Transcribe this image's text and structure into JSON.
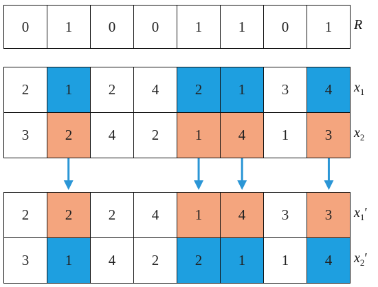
{
  "rows": [
    {
      "label_main": "R",
      "label_sub": "",
      "label_prime": "",
      "cells": [
        {
          "v": "0",
          "c": ""
        },
        {
          "v": "1",
          "c": ""
        },
        {
          "v": "0",
          "c": ""
        },
        {
          "v": "0",
          "c": ""
        },
        {
          "v": "1",
          "c": ""
        },
        {
          "v": "1",
          "c": ""
        },
        {
          "v": "0",
          "c": ""
        },
        {
          "v": "1",
          "c": ""
        }
      ]
    },
    {
      "label_main": "x",
      "label_sub": "1",
      "label_prime": "",
      "cells": [
        {
          "v": "2",
          "c": ""
        },
        {
          "v": "1",
          "c": "blue"
        },
        {
          "v": "2",
          "c": ""
        },
        {
          "v": "4",
          "c": ""
        },
        {
          "v": "2",
          "c": "blue"
        },
        {
          "v": "1",
          "c": "blue"
        },
        {
          "v": "3",
          "c": ""
        },
        {
          "v": "4",
          "c": "blue"
        }
      ]
    },
    {
      "label_main": "x",
      "label_sub": "2",
      "label_prime": "",
      "cells": [
        {
          "v": "3",
          "c": ""
        },
        {
          "v": "2",
          "c": "orange"
        },
        {
          "v": "4",
          "c": ""
        },
        {
          "v": "2",
          "c": ""
        },
        {
          "v": "1",
          "c": "orange"
        },
        {
          "v": "4",
          "c": "orange"
        },
        {
          "v": "1",
          "c": ""
        },
        {
          "v": "3",
          "c": "orange"
        }
      ]
    },
    {
      "label_main": "x",
      "label_sub": "1",
      "label_prime": "′",
      "cells": [
        {
          "v": "2",
          "c": ""
        },
        {
          "v": "2",
          "c": "orange"
        },
        {
          "v": "2",
          "c": ""
        },
        {
          "v": "4",
          "c": ""
        },
        {
          "v": "1",
          "c": "orange"
        },
        {
          "v": "4",
          "c": "orange"
        },
        {
          "v": "3",
          "c": ""
        },
        {
          "v": "3",
          "c": "orange"
        }
      ]
    },
    {
      "label_main": "x",
      "label_sub": "2",
      "label_prime": "′",
      "cells": [
        {
          "v": "3",
          "c": ""
        },
        {
          "v": "1",
          "c": "blue"
        },
        {
          "v": "4",
          "c": ""
        },
        {
          "v": "2",
          "c": ""
        },
        {
          "v": "2",
          "c": "blue"
        },
        {
          "v": "1",
          "c": "blue"
        },
        {
          "v": "1",
          "c": ""
        },
        {
          "v": "4",
          "c": "blue"
        }
      ]
    }
  ],
  "arrow_columns": [
    1,
    4,
    5,
    7
  ],
  "colors": {
    "blue": "#1e9fe0",
    "orange": "#f4a57e",
    "arrow": "#2b96d6"
  }
}
